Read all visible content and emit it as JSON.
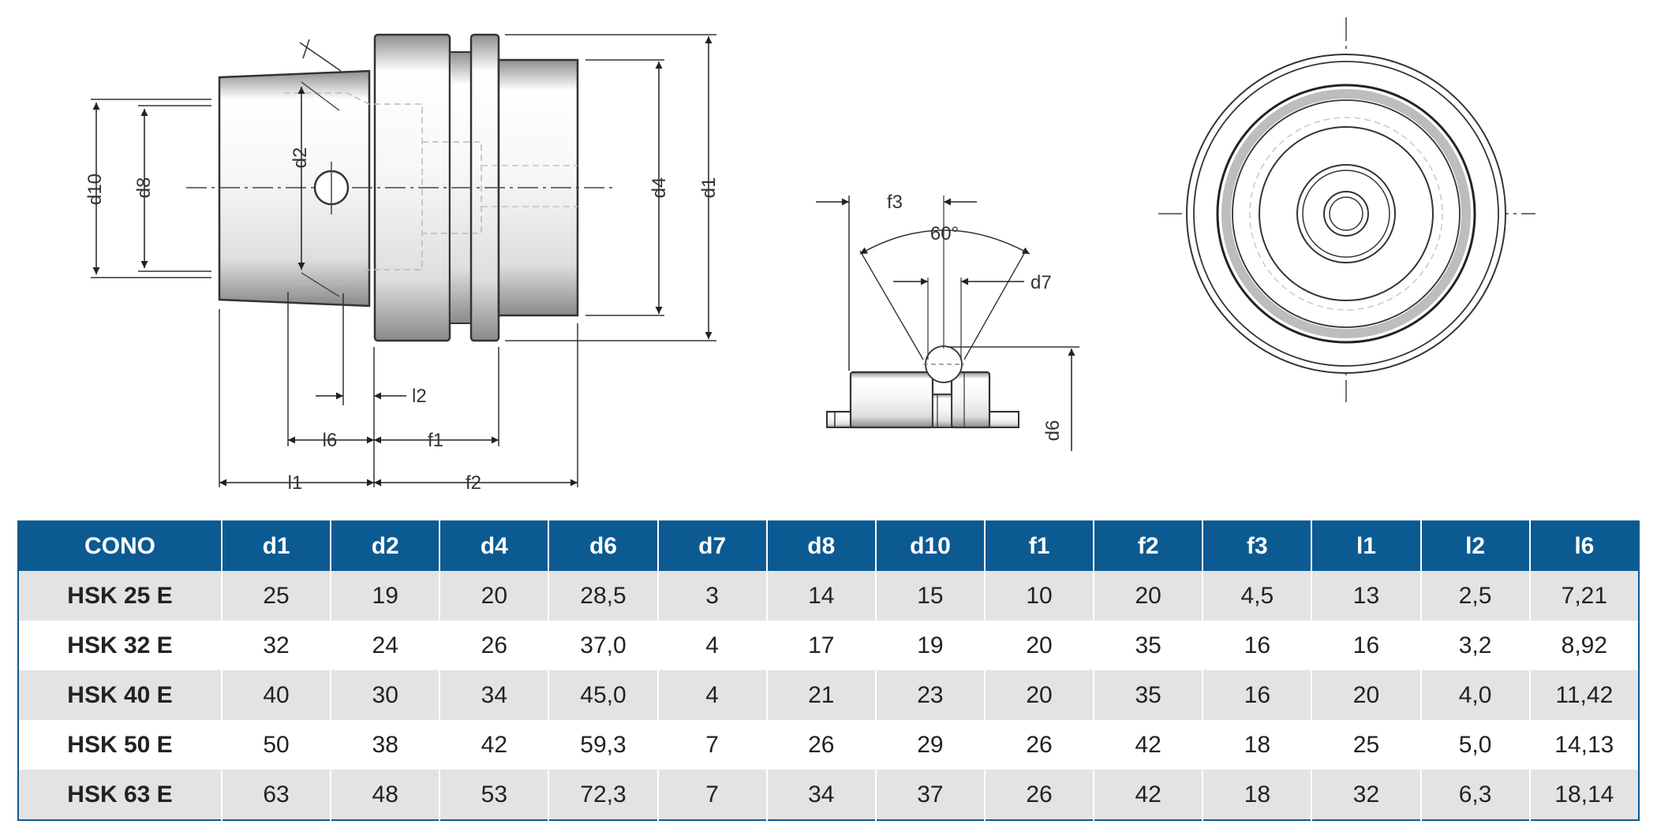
{
  "labels": {
    "side": {
      "d10": "d10",
      "d8": "d8",
      "d2": "d2",
      "d4": "d4",
      "d1": "d1",
      "l2": "l2",
      "l6": "l6",
      "f1": "f1",
      "l1": "l1",
      "f2": "f2"
    },
    "detail": {
      "f3": "f3",
      "angle": "60°",
      "d7": "d7",
      "d6": "d6"
    }
  },
  "table": {
    "headers": [
      "CONO",
      "d1",
      "d2",
      "d4",
      "d6",
      "d7",
      "d8",
      "d10",
      "f1",
      "f2",
      "f3",
      "l1",
      "l2",
      "l6"
    ],
    "rows": [
      [
        "HSK 25 E",
        "25",
        "19",
        "20",
        "28,5",
        "3",
        "14",
        "15",
        "10",
        "20",
        "4,5",
        "13",
        "2,5",
        "7,21"
      ],
      [
        "HSK 32 E",
        "32",
        "24",
        "26",
        "37,0",
        "4",
        "17",
        "19",
        "20",
        "35",
        "16",
        "16",
        "3,2",
        "8,92"
      ],
      [
        "HSK 40 E",
        "40",
        "30",
        "34",
        "45,0",
        "4",
        "21",
        "23",
        "20",
        "35",
        "16",
        "20",
        "4,0",
        "11,42"
      ],
      [
        "HSK 50 E",
        "50",
        "38",
        "42",
        "59,3",
        "7",
        "26",
        "29",
        "26",
        "42",
        "18",
        "25",
        "5,0",
        "14,13"
      ],
      [
        "HSK 63 E",
        "63",
        "48",
        "53",
        "72,3",
        "7",
        "34",
        "37",
        "26",
        "42",
        "18",
        "32",
        "6,3",
        "18,14"
      ]
    ]
  },
  "colors": {
    "header_bg": "#0c5a92",
    "row_alt_bg": "#e3e3e3",
    "header_text": "#ffffff"
  }
}
